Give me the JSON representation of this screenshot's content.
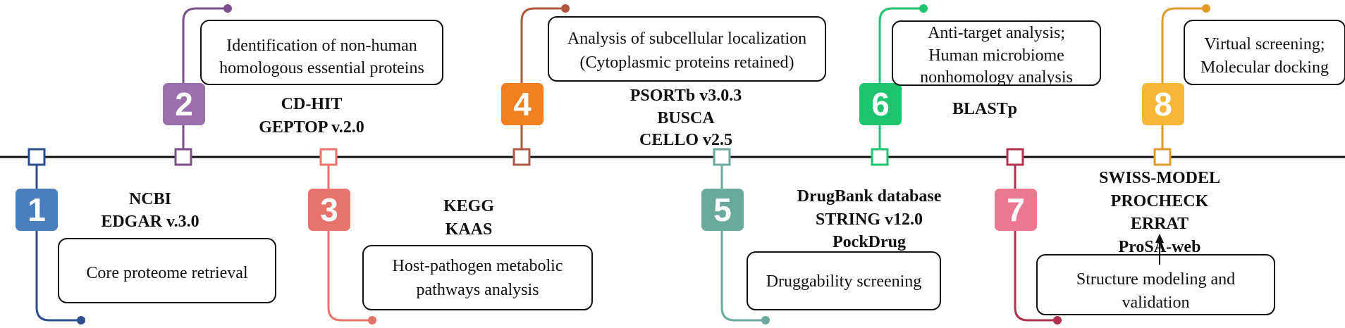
{
  "steps": [
    {
      "number": "1",
      "color": "#4a7ebf",
      "box_lines": [
        "Core proteome retrieval"
      ],
      "tools": [
        "NCBI",
        "EDGAR v.3.0"
      ]
    },
    {
      "number": "2",
      "color": "#9b6fae",
      "box_lines": [
        "Identification of non-human",
        "homologous essential proteins"
      ],
      "tools": [
        "CD-HIT",
        "GEPTOP v.2.0"
      ]
    },
    {
      "number": "3",
      "color": "#e8736a",
      "box_lines": [
        "Host-pathogen metabolic",
        "pathways analysis"
      ],
      "tools": [
        "KEGG",
        "KAAS"
      ]
    },
    {
      "number": "4",
      "color": "#f07f1f",
      "box_lines": [
        "Analysis of subcellular localization",
        "(Cytoplasmic proteins retained)"
      ],
      "tools": [
        "PSORTb v3.0.3",
        "BUSCA",
        "CELLO v2.5"
      ]
    },
    {
      "number": "5",
      "color": "#6aaa9c",
      "box_lines": [
        "Druggability screening"
      ],
      "tools": [
        "DrugBank database",
        "STRING v12.0",
        "PockDrug"
      ]
    },
    {
      "number": "6",
      "color": "#1ec46e",
      "box_lines": [
        "Anti-target analysis;",
        "Human microbiome",
        "nonhomology analysis"
      ],
      "tools": [
        "BLASTp"
      ]
    },
    {
      "number": "7",
      "color": "#ee7790",
      "box_lines": [
        "Structure modeling and",
        "validation"
      ],
      "tools": [
        "SWISS-MODEL",
        "PROCHECK",
        "ERRAT",
        "ProSA-web"
      ]
    },
    {
      "number": "8",
      "color": "#f8b637",
      "box_lines": [
        "Virtual screening;",
        "Molecular docking"
      ],
      "tools": []
    }
  ],
  "line_colors": [
    "#2d4d8c",
    "#7a4f8c",
    "#e8736a",
    "#b0573e",
    "#6aaa9c",
    "#1ec46e",
    "#b0304e",
    "#e09a2a"
  ]
}
